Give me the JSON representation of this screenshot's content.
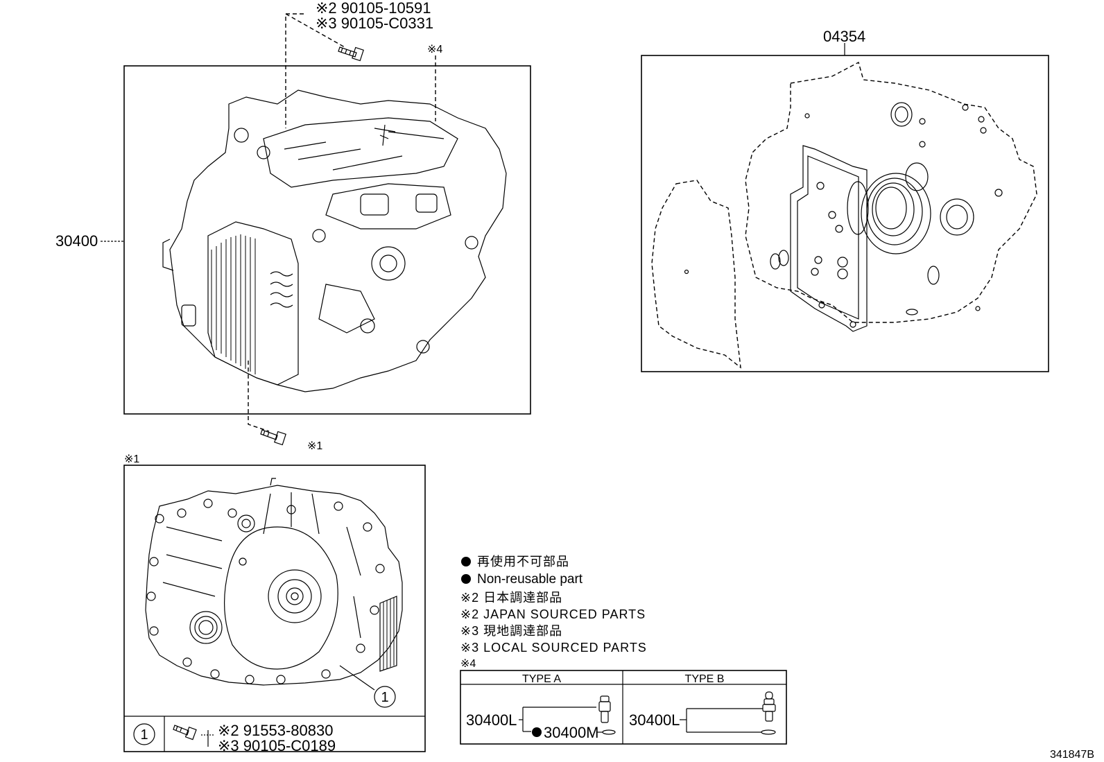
{
  "callouts": {
    "transaxle": "30400",
    "gasket_kit": "04354",
    "bolt_note2": "※2 90105-10591",
    "bolt_note3": "※3 90105-C0331",
    "note4": "※4",
    "note1_bolt": "※1",
    "note1_box": "※1",
    "circle1": "1",
    "bottom_bolt_note2": "※2 91553-80830",
    "bottom_bolt_note3": "※3 90105-C0189",
    "figure_id": "341847B"
  },
  "legend": {
    "item1_jp": "再使用不可部品",
    "item1_en": "Non-reusable part",
    "item2_jp": "※2 日本調達部品",
    "item2_en": "※2 JAPAN SOURCED PARTS",
    "item3_jp": "※3 現地調達部品",
    "item3_en": "※3 LOCAL SOURCED PARTS",
    "item4": "※4"
  },
  "type_table": {
    "type_a": "TYPE A",
    "type_b": "TYPE B",
    "a_part1": "30400L",
    "a_part2": "30400M",
    "b_part1": "30400L"
  }
}
